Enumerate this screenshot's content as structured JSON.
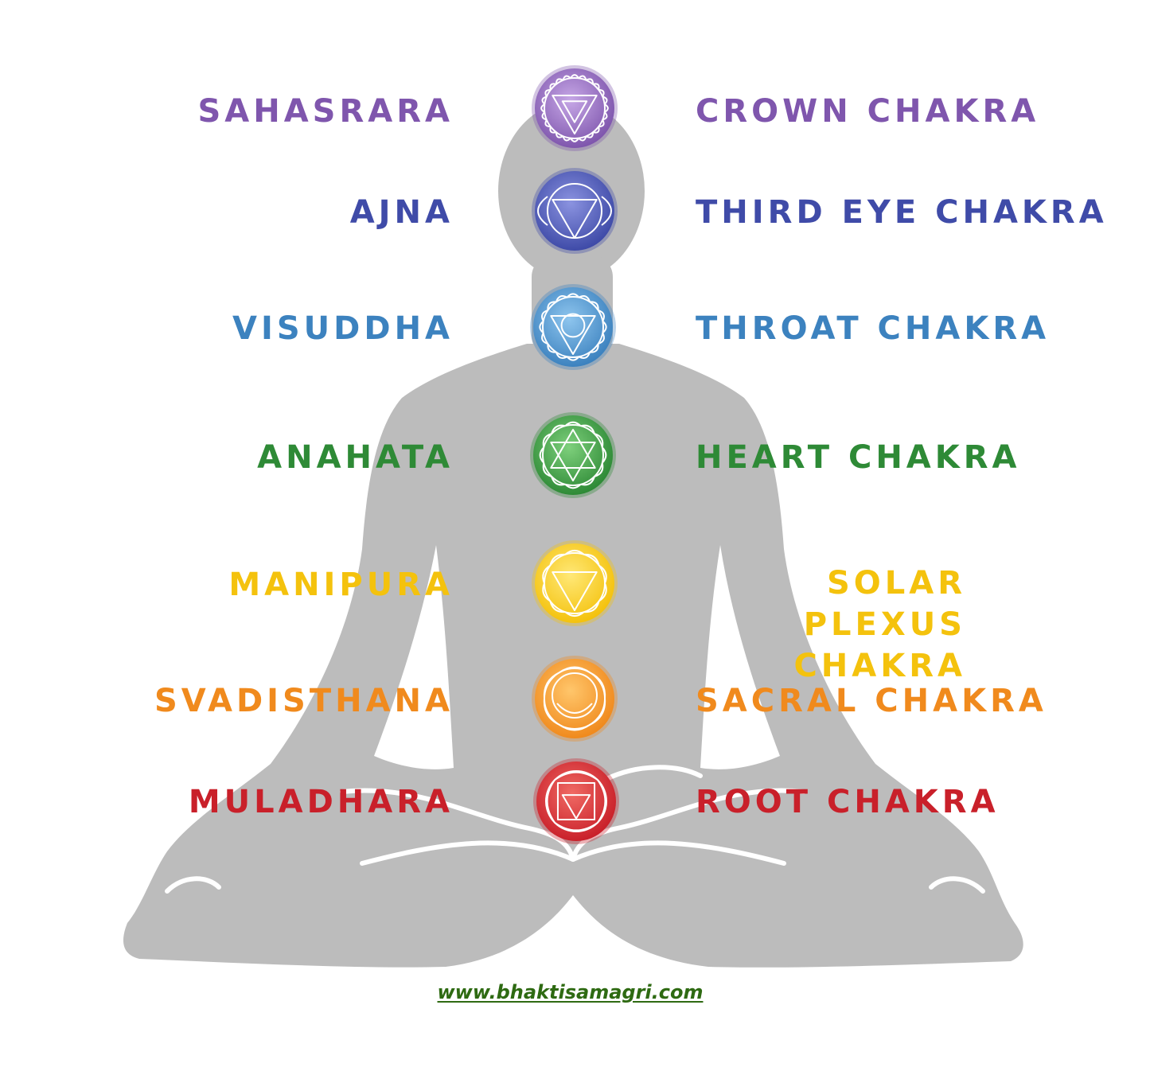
{
  "colors": {
    "body": "#bcbcbc",
    "outline": "#ffffff",
    "website": "#2e6a12"
  },
  "chakras": [
    {
      "sanskrit": "SAHASRARA",
      "english": "CROWN CHAKRA",
      "color": "#7f56ad",
      "light": "#c6a7e6",
      "icon": "thousand-petal-lotus-icon"
    },
    {
      "sanskrit": "AJNA",
      "english": "THIRD EYE CHAKRA",
      "color": "#3f4ba8",
      "light": "#8b93e0",
      "icon": "two-petal-triangle-icon"
    },
    {
      "sanskrit": "VISUDDHA",
      "english": "THROAT CHAKRA",
      "color": "#3c82bf",
      "light": "#8ec5ee",
      "icon": "sixteen-petal-triangle-icon"
    },
    {
      "sanskrit": "ANAHATA",
      "english": "HEART CHAKRA",
      "color": "#2e8a36",
      "light": "#7ed07c",
      "icon": "hexagram-lotus-icon"
    },
    {
      "sanskrit": "MANIPURA",
      "english": "SOLAR PLEXUS CHAKRA",
      "color": "#f4c20d",
      "light": "#ffe877",
      "icon": "ten-petal-triangle-icon"
    },
    {
      "sanskrit": "SVADISTHANA",
      "english": "SACRAL CHAKRA",
      "color": "#f08a1d",
      "light": "#ffc66b",
      "icon": "crescent-moon-lotus-icon"
    },
    {
      "sanskrit": "MULADHARA",
      "english": "ROOT CHAKRA",
      "color": "#c9202a",
      "light": "#f06a64",
      "icon": "square-triangle-lotus-icon"
    }
  ],
  "website": "www.bhaktisamagri.com"
}
